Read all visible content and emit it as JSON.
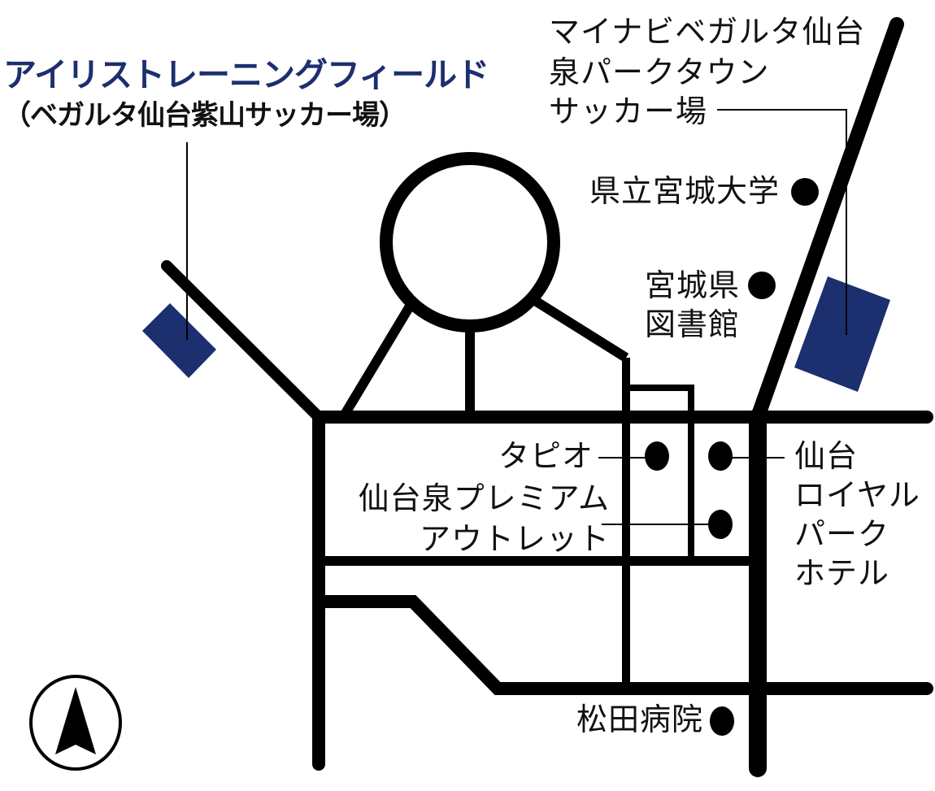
{
  "map": {
    "title": "アイリストレーニングフィールド",
    "subtitle": "（ベガルタ仙台紫山サッカー場）",
    "accent_color": "#1c2f6e",
    "road_color": "#000000",
    "landmarks": {
      "park_town_line1": "マイナビベガルタ仙台",
      "park_town_line2": "泉パークタウン",
      "park_town_line3": "サッカー場",
      "university": "県立宮城大学",
      "library_line1": "宮城県",
      "library_line2": "図書館",
      "tapio": "タピオ",
      "outlet_line1": "仙台泉プレミアム",
      "outlet_line2": "アウトレット",
      "hotel_line1": "仙台",
      "hotel_line2": "ロイヤル",
      "hotel_line3": "パーク",
      "hotel_line4": "ホテル",
      "hospital": "松田病院"
    },
    "compass": "north-arrow"
  }
}
